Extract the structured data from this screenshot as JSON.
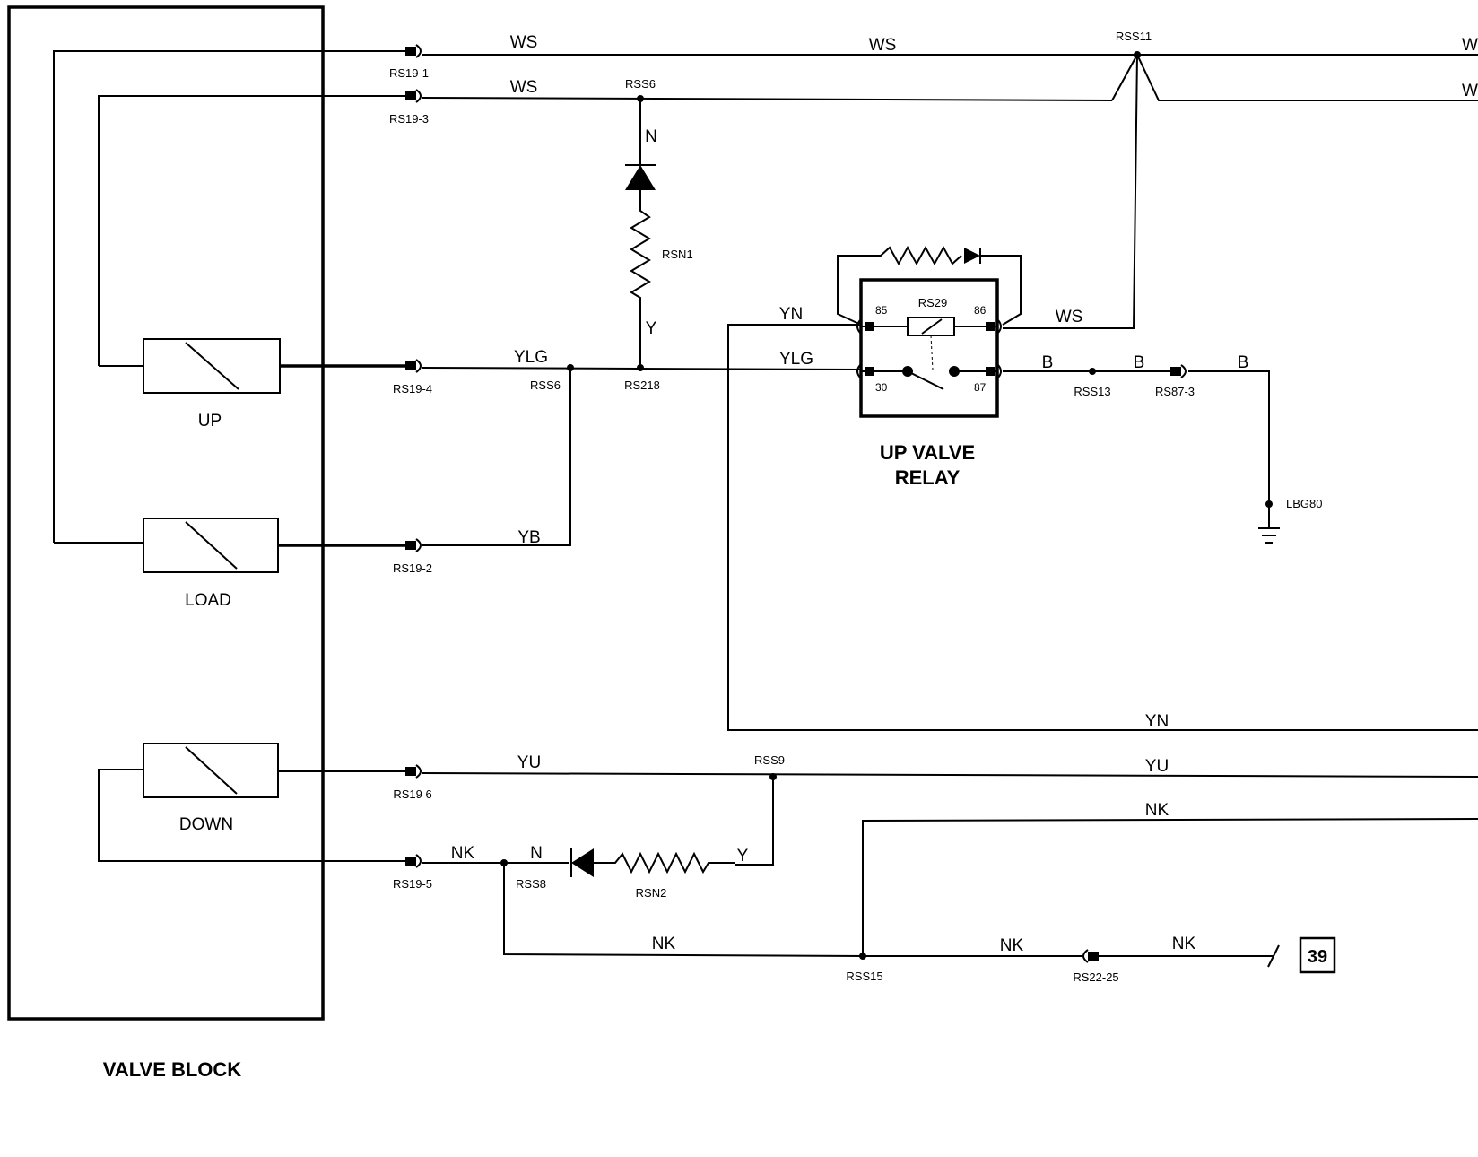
{
  "valve_block": {
    "title": "VALVE BLOCK",
    "solenoids": {
      "up": "UP",
      "load": "LOAD",
      "down": "DOWN"
    }
  },
  "relay": {
    "title_line1": "UP VALVE",
    "title_line2": "RELAY",
    "coil_ref": "RS29",
    "pins": {
      "p85": "85",
      "p86": "86",
      "p30": "30",
      "p87": "87"
    }
  },
  "connectors": {
    "rs19_1": "RS19-1",
    "rs19_3": "RS19-3",
    "rs19_4": "RS19-4",
    "rs19_2": "RS19-2",
    "rs19_6": "RS19 6",
    "rs19_5": "RS19-5",
    "rs87_3": "RS87-3",
    "rs22_25": "RS22-25"
  },
  "splices": {
    "rss11": "RSS11",
    "rss6_top": "RSS6",
    "rss6_mid": "RSS6",
    "rss218": "RS218",
    "rss13": "RSS13",
    "rss9": "RSS9",
    "rss8": "RSS8",
    "rss15": "RSS15"
  },
  "components": {
    "rsn1": "RSN1",
    "rsn2": "RSN2"
  },
  "ground": {
    "label": "LBG80"
  },
  "wire_colors": {
    "ws_a": "WS",
    "ws_b": "WS",
    "ws_c": "WS",
    "ws_relay": "WS",
    "w_top": "W",
    "w_mid": "W",
    "n_top": "N",
    "y_top": "Y",
    "ylg_left": "YLG",
    "ylg_relay": "YLG",
    "yn_relay": "YN",
    "yb": "YB",
    "b1": "B",
    "b2": "B",
    "b3": "B",
    "yn_bottom": "YN",
    "yu_left": "YU",
    "yu_right": "YU",
    "nk_top": "NK",
    "nk_left": "NK",
    "n_mid": "N",
    "y_mid": "Y",
    "nk_bottom": "NK",
    "nk_b2": "NK",
    "nk_b3": "NK"
  },
  "page_ref": "39"
}
